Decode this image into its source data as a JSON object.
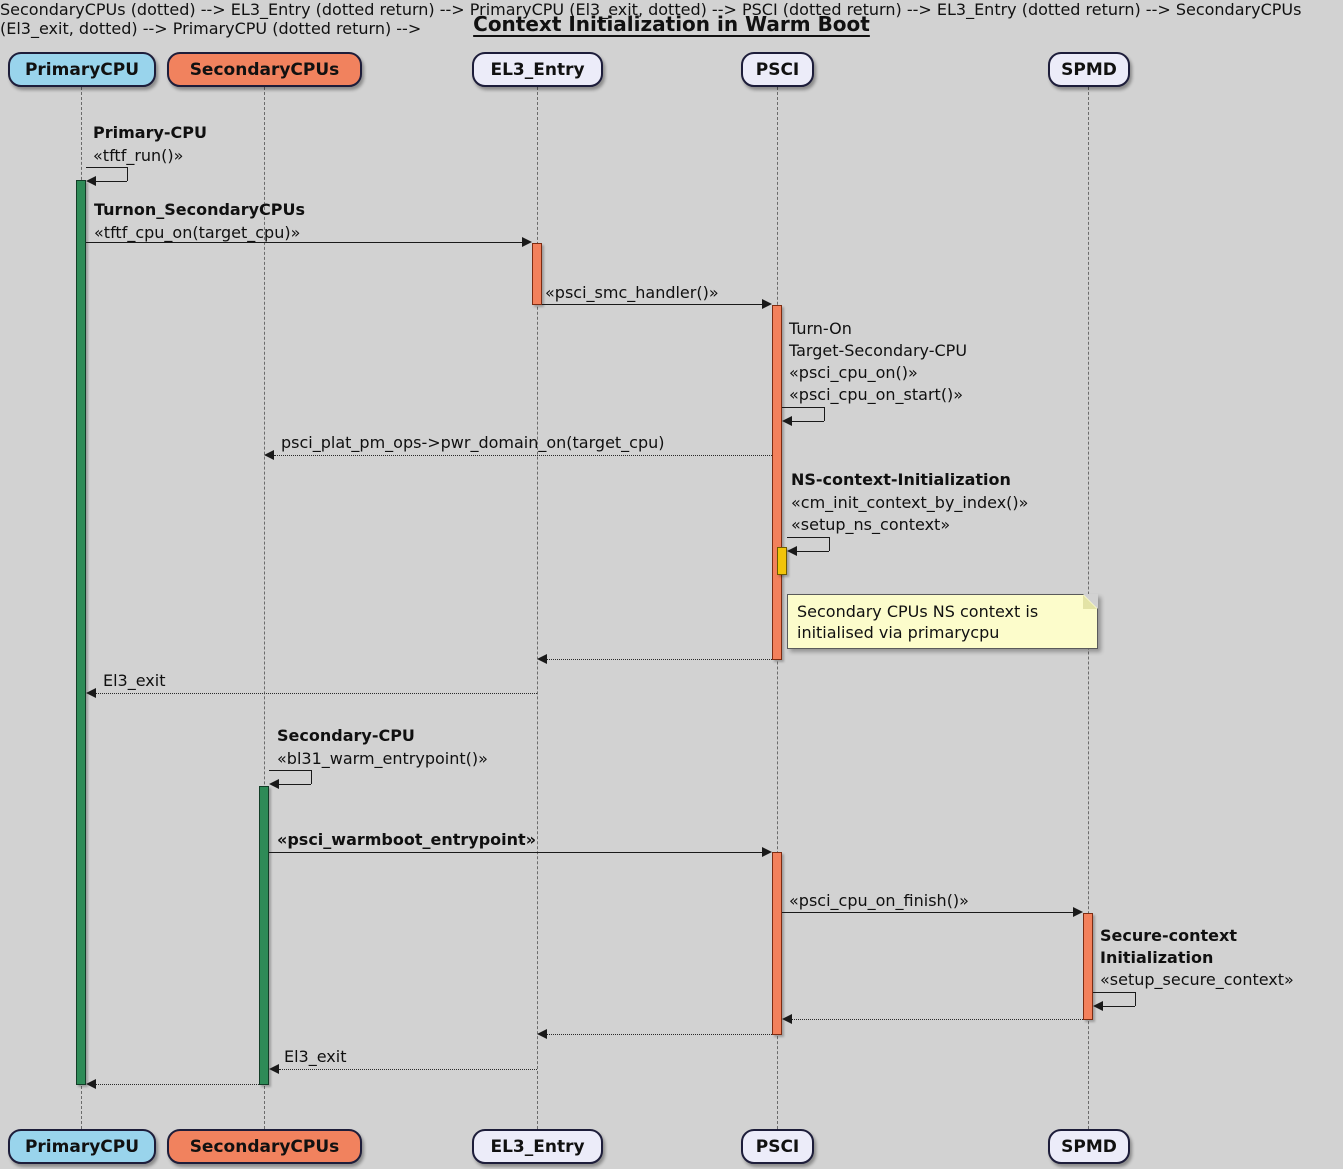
{
  "title": "Context Initialization in Warm Boot",
  "participants": [
    {
      "id": "primarycpu",
      "label": "PrimaryCPU",
      "fill": "#99D4EC"
    },
    {
      "id": "secondarycpus",
      "label": "SecondaryCPUs",
      "fill": "#F1825E"
    },
    {
      "id": "el3_entry",
      "label": "EL3_Entry",
      "fill": "#ECECF9"
    },
    {
      "id": "psci",
      "label": "PSCI",
      "fill": "#ECECF9"
    },
    {
      "id": "spmd",
      "label": "SPMD",
      "fill": "#ECECF9"
    }
  ],
  "messages": {
    "self_primary": {
      "title": "Primary-CPU",
      "call": "«tftf_run()»"
    },
    "turnon": {
      "title": "Turnon_SecondaryCPUs",
      "call": "«tftf_cpu_on(target_cpu)»"
    },
    "smc_handler": {
      "call": "«psci_smc_handler()»"
    },
    "turn_on_target": {
      "line1": "Turn-On",
      "line2": "Target-Secondary-CPU",
      "line3": "«psci_cpu_on()»",
      "line4": "«psci_cpu_on_start()»"
    },
    "pwr_domain_on": {
      "call": "psci_plat_pm_ops->pwr_domain_on(target_cpu)"
    },
    "ns_context": {
      "title": "NS-context-Initialization",
      "line2": "«cm_init_context_by_index()»",
      "line3": "«setup_ns_context»"
    },
    "el3_exit_first": {
      "call": "El3_exit"
    },
    "self_secondary": {
      "title": "Secondary-CPU",
      "call": "«bl31_warm_entrypoint()»"
    },
    "warmboot": {
      "call": "«psci_warmboot_entrypoint»"
    },
    "cpu_on_finish": {
      "call": "«psci_cpu_on_finish()»"
    },
    "secure_context": {
      "title1": "Secure-context",
      "title2": "Initialization",
      "line3": "«setup_secure_context»"
    },
    "el3_exit_second": {
      "call": "El3_exit"
    }
  },
  "note": {
    "line1": "Secondary CPUs NS context is",
    "line2": "initialised via primarycpu"
  },
  "colors": {
    "background": "#d2d2d2",
    "primary_cpu_fill": "#99D4EC",
    "secondary_cpu_fill": "#F1825E",
    "participant_fill": "#ECECF9",
    "participant_border": "#1d1d3a",
    "activation_green": "#2E8B57",
    "activation_orange": "#F3815C",
    "activation_yellow": "#F2C409",
    "note_fill": "#FCFCCB",
    "line_color": "#1a1a1a"
  }
}
